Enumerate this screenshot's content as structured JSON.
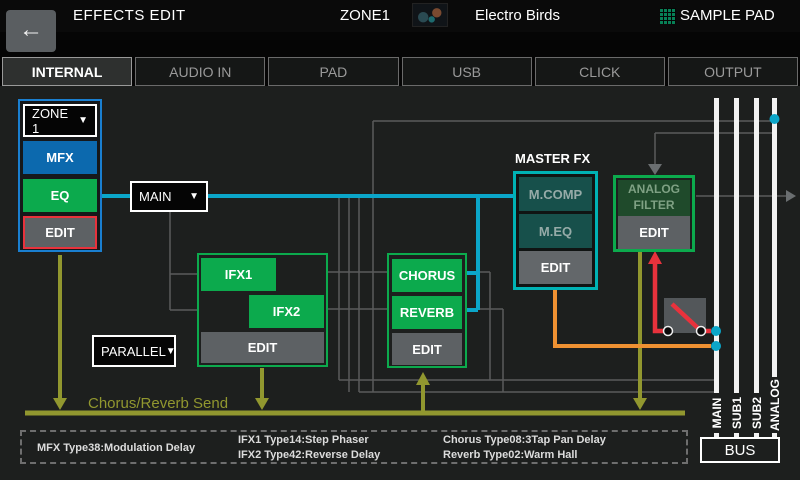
{
  "header": {
    "title": "EFFECTS EDIT",
    "zone": "ZONE1",
    "patch_name": "Electro Birds",
    "mode": "SAMPLE PAD"
  },
  "icons": {
    "back_arrow": "←",
    "dropdown_arrow": "▼"
  },
  "tabs": [
    {
      "label": "INTERNAL",
      "selected": true
    },
    {
      "label": "AUDIO IN",
      "selected": false
    },
    {
      "label": "PAD",
      "selected": false
    },
    {
      "label": "USB",
      "selected": false
    },
    {
      "label": "CLICK",
      "selected": false
    },
    {
      "label": "OUTPUT",
      "selected": false
    }
  ],
  "zone_block": {
    "selector_value": "ZONE 1",
    "mfx_label": "MFX",
    "eq_label": "EQ",
    "edit_label": "EDIT"
  },
  "routing": {
    "output_select_value": "MAIN",
    "structure_select_value": "PARALLEL"
  },
  "ifx_block": {
    "ifx1_label": "IFX1",
    "ifx2_label": "IFX2",
    "edit_label": "EDIT"
  },
  "chorus_block": {
    "chorus_label": "CHORUS",
    "reverb_label": "REVERB",
    "edit_label": "EDIT"
  },
  "master_fx": {
    "title": "MASTER FX",
    "mcomp_label": "M.COMP",
    "meq_label": "M.EQ",
    "edit_label": "EDIT"
  },
  "analog_filter": {
    "label": "ANALOG FILTER",
    "edit_label": "EDIT"
  },
  "send_label": "Chorus/Reverb Send",
  "bus": {
    "box_label": "BUS",
    "channels": [
      "MAIN",
      "SUB1",
      "SUB2",
      "ANALOG"
    ]
  },
  "status": {
    "mfx": "MFX Type38:Modulation Delay",
    "ifx1": "IFX1 Type14:Step Phaser",
    "ifx2": "IFX2 Type42:Reverse Delay",
    "chorus": "Chorus Type08:3Tap Pan Delay",
    "reverb": "Reverb Type02:Warm Hall"
  },
  "colors": {
    "signal_cyan": "#0ba6c9",
    "send_olive": "#91972f",
    "master_orange": "#ef9132",
    "analog_red": "#e8323c",
    "mfx_blue": "#0c69ae",
    "fx_green": "#0caa4d",
    "master_teal": "#00b2b4",
    "pad_green": "#2bb594"
  }
}
